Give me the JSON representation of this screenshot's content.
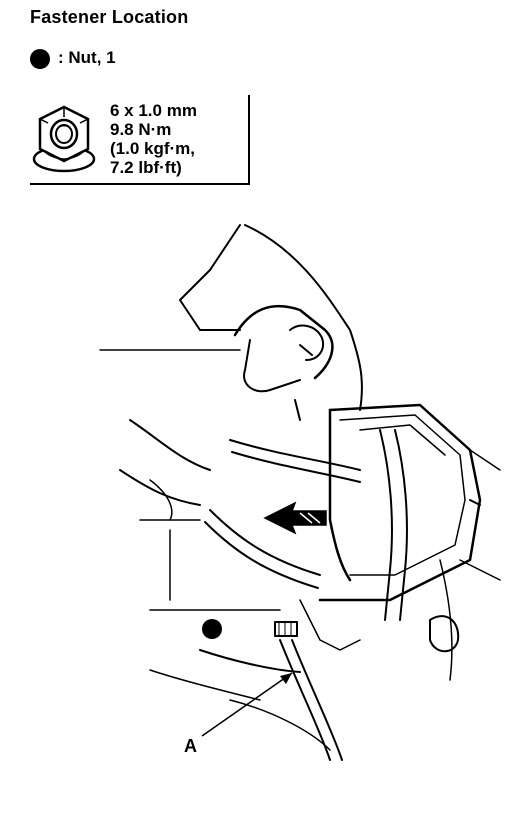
{
  "title": "Fastener Location",
  "legend": {
    "symbol_icon": "filled-circle-icon",
    "text": ": Nut, 1"
  },
  "spec": {
    "icon": "flange-nut-icon",
    "lines": [
      "6 x 1.0 mm",
      "9.8 N·m",
      "(1.0 kgf·m,",
      "7.2 lbf·ft)"
    ]
  },
  "callout": {
    "label": "A"
  }
}
